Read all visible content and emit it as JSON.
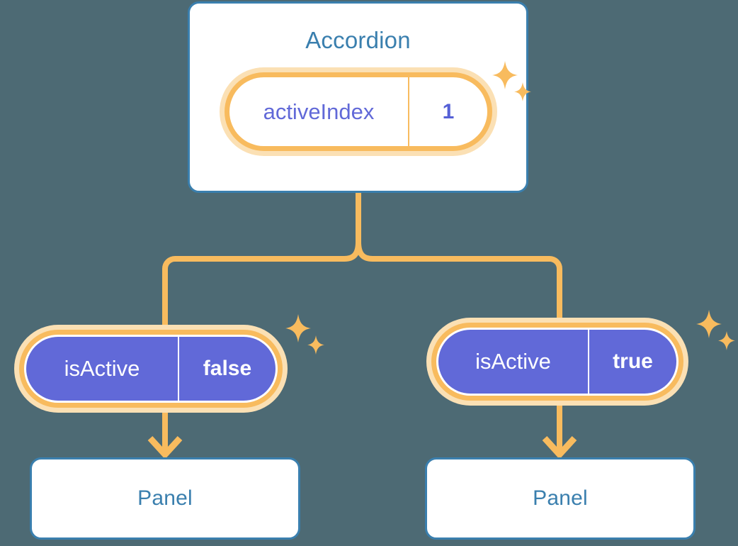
{
  "meta": {
    "background_color": "#4d6a74",
    "accent_orange": "#f8bb5e",
    "accent_orange_soft": "#fbe0b4",
    "accent_blue": "#3a7fae",
    "accent_purple": "#6169d8"
  },
  "tree": {
    "root": {
      "component_name": "Accordion",
      "state": {
        "key": "activeIndex",
        "value": "1"
      },
      "sparkle_count": 2
    },
    "branches": [
      {
        "side": "left",
        "prop": {
          "key": "isActive",
          "value": "false"
        },
        "sparkle_count": 2,
        "child": {
          "component_name": "Panel"
        }
      },
      {
        "side": "right",
        "prop": {
          "key": "isActive",
          "value": "true"
        },
        "sparkle_count": 2,
        "child": {
          "component_name": "Panel"
        }
      }
    ]
  },
  "icons": {
    "sparkle": "sparkle-icon",
    "arrow_down": "arrow-down-icon",
    "branch": "branch-connector-icon"
  }
}
